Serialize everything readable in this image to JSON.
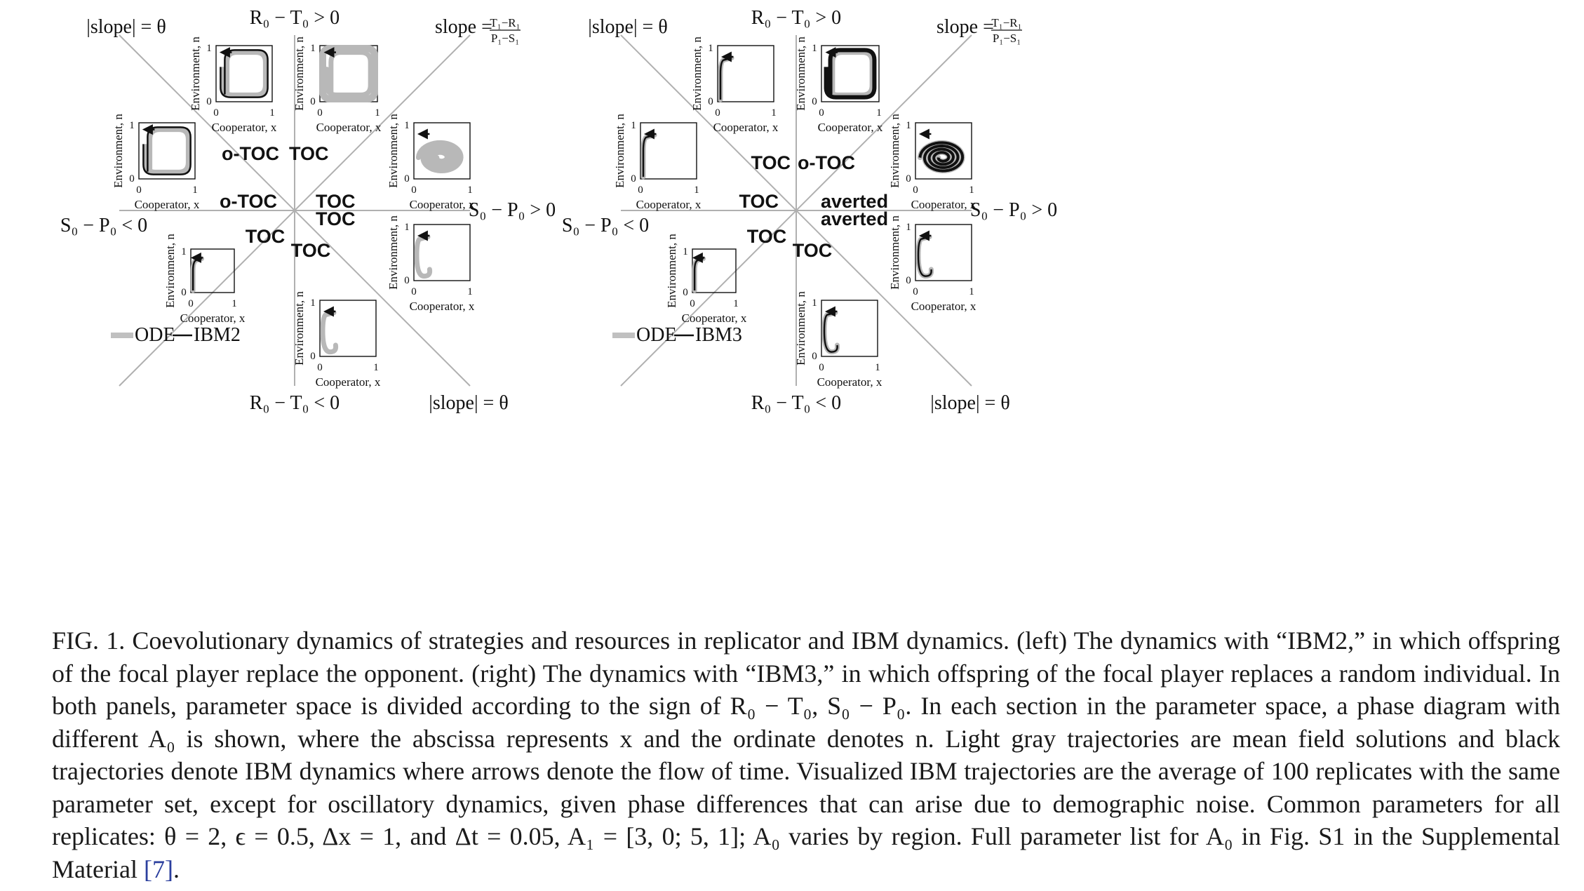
{
  "panels": [
    {
      "legend": {
        "ode": "ODE",
        "ibm": "IBM2"
      },
      "top_label": "R₀ − T₀ > 0",
      "bottom_label": "R₀ − T₀ < 0",
      "left_label": "S₀ − P₀ < 0",
      "right_label": "S₀ − P₀ > 0",
      "slope_tl": "|slope| = θ",
      "slope_tr_prefix": "slope =",
      "slope_tr_num": "T₁−R₁",
      "slope_tr_den": "P₁−S₁",
      "slope_br": "|slope| = θ",
      "region_labels": [
        "o-TOC",
        "TOC",
        "o-TOC",
        "TOC",
        "TOC",
        "TOC",
        "TOC"
      ]
    },
    {
      "legend": {
        "ode": "ODE",
        "ibm": "IBM3"
      },
      "top_label": "R₀ − T₀ > 0",
      "bottom_label": "R₀ − T₀ < 0",
      "left_label": "S₀ − P₀ < 0",
      "right_label": "S₀ − P₀ > 0",
      "slope_tl": "|slope| = θ",
      "slope_tr_prefix": "slope =",
      "slope_tr_num": "T₁−R₁",
      "slope_tr_den": "P₁−S₁",
      "slope_br": "|slope| = θ",
      "region_labels": [
        "TOC",
        "o-TOC",
        "TOC",
        "averted",
        "averted",
        "TOC",
        "TOC"
      ]
    }
  ],
  "inset_axes": {
    "xlabel": "Cooperator, x",
    "ylabel": "Environment, n",
    "tick0": "0",
    "tick1": "1"
  },
  "caption": {
    "p1": "FIG. 1.    Coevolutionary dynamics of strategies and resources in replicator and IBM dynamics. (left) The dynamics with “IBM2,” in which offspring of the focal player replace the opponent. (right) The dynamics with “IBM3,” in which offspring of the focal player replaces a random individual. In both panels, parameter space is divided according to the sign of R₀ − T₀, S₀ − P₀. In each section in the parameter space, a phase diagram with different A₀ is shown, where the abscissa represents x and the ordinate denotes n. Light gray trajectories are mean field solutions and black trajectories denote IBM dynamics where arrows denote the flow of time. Visualized IBM trajectories are the average of 100 replicates with the same parameter set, except for oscillatory dynamics, given phase differences that can arise due to demographic noise. Common parameters for all replicates: θ = 2, ϵ = 0.5, Δx = 1, and Δt = 0.05, A₁ = [3, 0; 5, 1]; A₀ varies by region. Full parameter list for A₀ in Fig. S1 in the Supplemental Material",
    "ref": "[7]",
    "end": "."
  }
}
